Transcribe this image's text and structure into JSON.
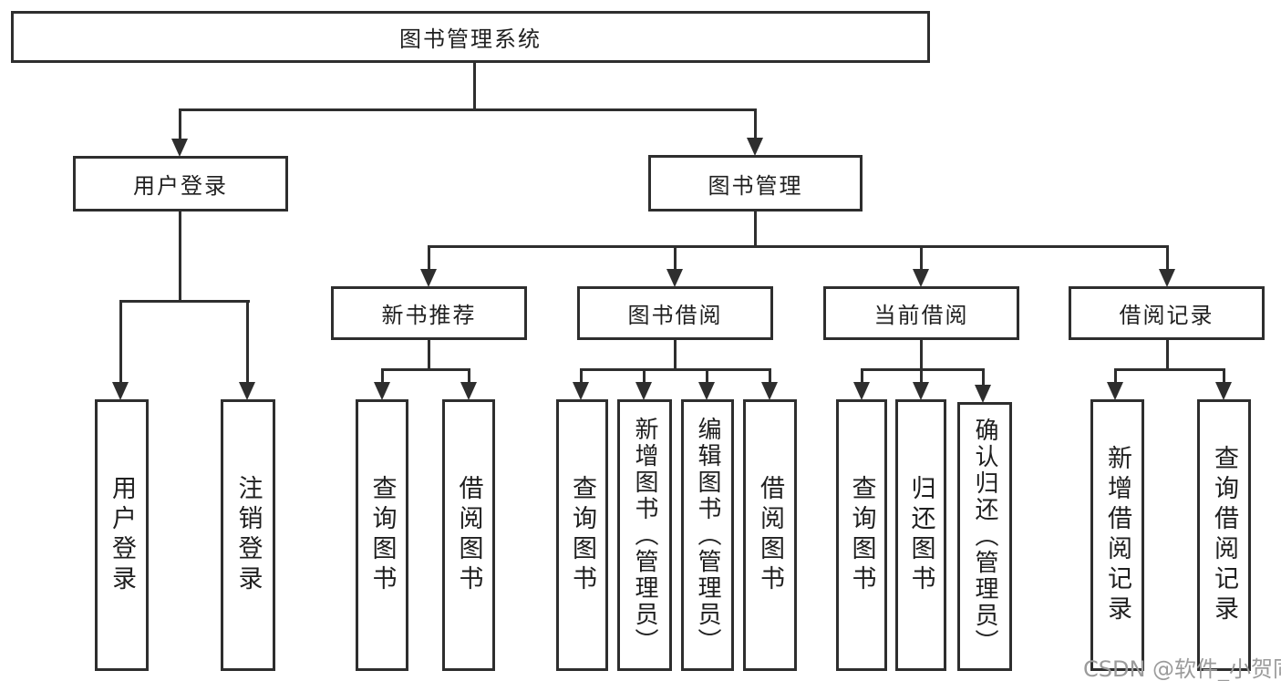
{
  "tree": {
    "root": "图书管理系统",
    "children": [
      {
        "label": "用户登录",
        "children": [
          {
            "label": "用户登录"
          },
          {
            "label": "注销登录"
          }
        ]
      },
      {
        "label": "图书管理",
        "children": [
          {
            "label": "新书推荐",
            "children": [
              {
                "label": "查询图书"
              },
              {
                "label": "借阅图书"
              }
            ]
          },
          {
            "label": "图书借阅",
            "children": [
              {
                "label": "查询图书"
              },
              {
                "label": "新增图书（管理员）"
              },
              {
                "label": "编辑图书（管理员）"
              },
              {
                "label": "借阅图书"
              }
            ]
          },
          {
            "label": "当前借阅",
            "children": [
              {
                "label": "查询图书"
              },
              {
                "label": "归还图书"
              },
              {
                "label": "确认归还（管理员）"
              }
            ]
          },
          {
            "label": "借阅记录",
            "children": [
              {
                "label": "新增借阅记录"
              },
              {
                "label": "查询借阅记录"
              }
            ]
          }
        ]
      }
    ]
  },
  "watermark": "CSDN @软件_小贺同学",
  "colors": {
    "line": "#2e2e2e",
    "box_bg": "#ffffff",
    "watermark_gray": "#9b9b9b"
  }
}
